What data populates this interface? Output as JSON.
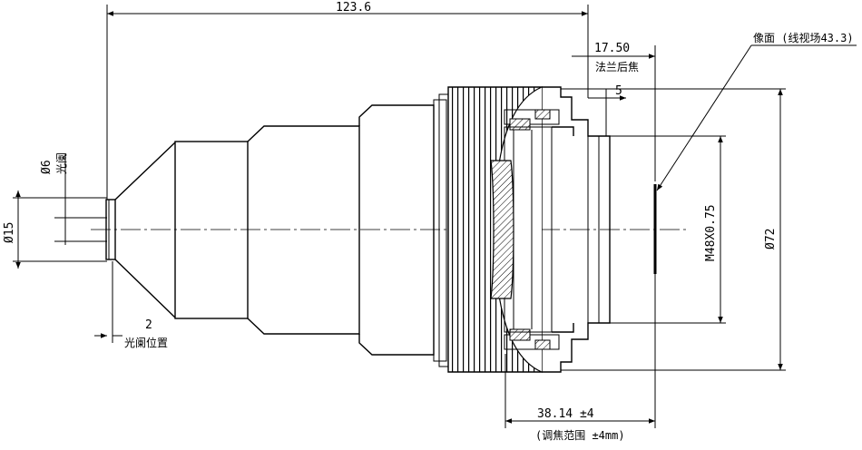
{
  "dimensions": {
    "overall_length": "123.6",
    "flange_focal_distance": "17.50",
    "flange_focal_label": "法兰后焦",
    "step": "5",
    "aperture_diameter": "Ø6",
    "aperture_label": "光阑",
    "front_diameter": "Ø15",
    "aperture_position_value": "2",
    "aperture_position_label": "光阑位置",
    "mount_thread": "M48X0.75",
    "outer_diameter": "Ø72",
    "focus_distance": "38.14 ±4",
    "focus_range_label": "(调焦范围 ±4mm)",
    "image_plane_label": "像面 (线视场43.3)"
  }
}
